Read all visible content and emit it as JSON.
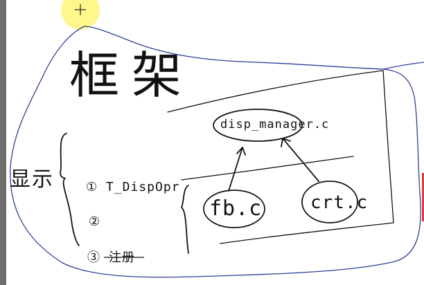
{
  "title": "框架",
  "left_label": "显示",
  "modules": {
    "manager": "disp_manager.c",
    "fb": "fb.c",
    "crt": "crt.c"
  },
  "items": [
    "① T_DispOpr",
    "②",
    "③ 注册"
  ],
  "colors": {
    "page_border": "#2b3f9a",
    "ink": "#111111",
    "cursor_highlight": "#fff578",
    "left_bar": "#6e6e6e",
    "right_mark": "#e53935"
  },
  "icons": {
    "cursor": "crosshair-cursor-icon"
  }
}
